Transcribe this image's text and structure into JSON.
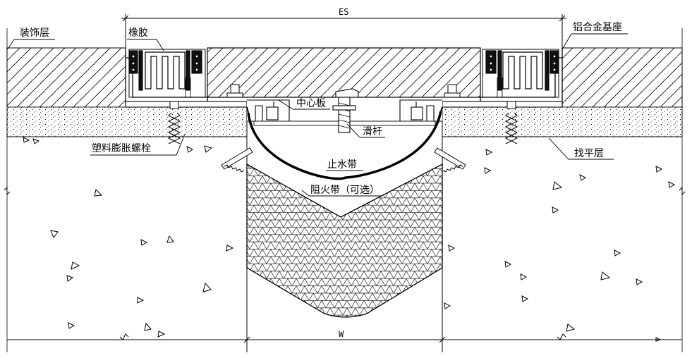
{
  "dimensions": {
    "top": "ES",
    "bottom": "W"
  },
  "labels": {
    "decoration_layer": "装饰层",
    "rubber": "橡胶",
    "aluminum_base": "铝合金基座",
    "center_plate": "中心板",
    "slide_bar": "滑杆",
    "plastic_expansion_bolt": "塑料膨胀螺栓",
    "leveling_layer": "找平层",
    "waterstop": "止水带",
    "fire_barrier": "阻火带（可选）"
  },
  "colors": {
    "line": "#000000",
    "background": "#ffffff"
  }
}
